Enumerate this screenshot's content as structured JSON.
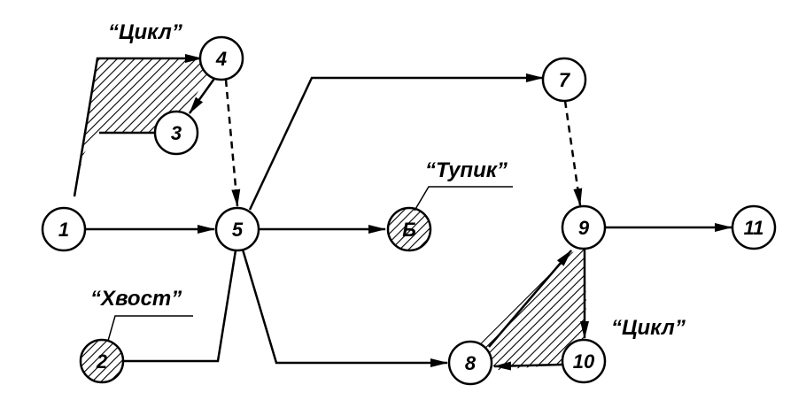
{
  "nodes": [
    {
      "id": "1",
      "label": "1",
      "hatched": false
    },
    {
      "id": "2",
      "label": "2",
      "hatched": true
    },
    {
      "id": "3",
      "label": "3",
      "hatched": false
    },
    {
      "id": "4",
      "label": "4",
      "hatched": false
    },
    {
      "id": "5",
      "label": "5",
      "hatched": false
    },
    {
      "id": "B",
      "label": "Б",
      "hatched": true
    },
    {
      "id": "7",
      "label": "7",
      "hatched": false
    },
    {
      "id": "8",
      "label": "8",
      "hatched": false
    },
    {
      "id": "9",
      "label": "9",
      "hatched": false
    },
    {
      "id": "10",
      "label": "10",
      "hatched": false
    },
    {
      "id": "11",
      "label": "11",
      "hatched": false
    }
  ],
  "edges": [
    {
      "from": "1",
      "to": "4",
      "style": "solid"
    },
    {
      "from": "4",
      "to": "3",
      "style": "solid"
    },
    {
      "from": "3",
      "to": "1",
      "style": "solid"
    },
    {
      "from": "4",
      "to": "5",
      "style": "dashed"
    },
    {
      "from": "1",
      "to": "5",
      "style": "solid"
    },
    {
      "from": "5",
      "to": "B",
      "style": "solid"
    },
    {
      "from": "5",
      "to": "7",
      "style": "solid"
    },
    {
      "from": "7",
      "to": "9",
      "style": "dashed"
    },
    {
      "from": "9",
      "to": "11",
      "style": "solid"
    },
    {
      "from": "5",
      "to": "8",
      "style": "solid"
    },
    {
      "from": "2",
      "to": "5",
      "style": "solid"
    },
    {
      "from": "8",
      "to": "9",
      "style": "solid"
    },
    {
      "from": "9",
      "to": "10",
      "style": "solid"
    },
    {
      "from": "10",
      "to": "8",
      "style": "solid"
    }
  ],
  "annotations": {
    "cycle_top": "“Цикл”",
    "deadend": "“Тупик”",
    "tail": "“Хвост”",
    "cycle_bottom": "“Цикл”"
  }
}
